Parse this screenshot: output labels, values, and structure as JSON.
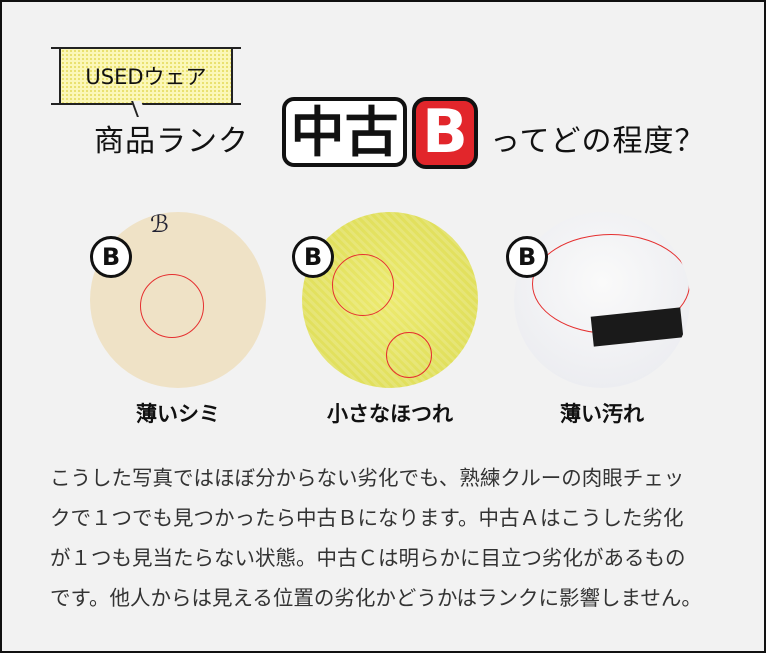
{
  "header": {
    "badge": "USEDウェア",
    "title_prefix": "商品ランク",
    "title_rank_word": "中古",
    "title_rank_letter": "B",
    "title_suffix": "ってどの程度？"
  },
  "colors": {
    "background": "#f2f2f2",
    "accent_red": "#e2262b",
    "badge_yellow": "#fbf7b8"
  },
  "examples": [
    {
      "badge": "B",
      "label": "薄いシミ"
    },
    {
      "badge": "B",
      "label": "小さなほつれ"
    },
    {
      "badge": "B",
      "label": "薄い汚れ"
    }
  ],
  "description": {
    "lines": [
      "こうした写真ではほぼ分からない劣化でも、熟練クルーの肉眼チェッ",
      "クで１つでも見つかったら中古Ｂになります。中古Ａはこうした劣化",
      "が１つも見当たらない状態。中古Ｃは明らかに目立つ劣化があるもの",
      "です。他人からは見える位置の劣化かどうかはランクに影響しません。"
    ]
  }
}
